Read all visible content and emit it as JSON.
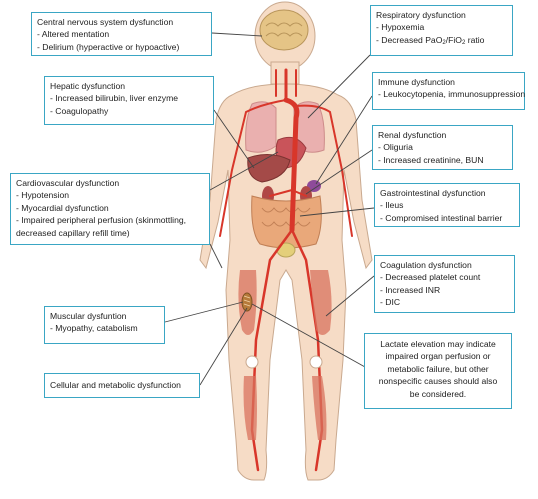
{
  "colors": {
    "box_border": "#3aa6c4",
    "skin": "#f6dcc6",
    "skin_outline": "#c9a98f",
    "artery": "#d8362a",
    "muscle": "#d9735e",
    "leader_line": "#444444"
  },
  "boxes": {
    "cns": {
      "title": "Central nervous system dysfunction",
      "items": [
        "- Altered mentation",
        "- Delirium (hyperactive or hypoactive)"
      ]
    },
    "respiratory": {
      "title": "Respiratory dysfunction",
      "items": [
        "- Hypoxemia"
      ],
      "ratio_prefix": "- Decreased PaO",
      "ratio_sub1": "2",
      "ratio_mid": "/FiO",
      "ratio_sub2": "2",
      "ratio_suffix": " ratio"
    },
    "hepatic": {
      "title": "Hepatic dysfunction",
      "items": [
        "- Increased bilirubin, liver enzyme",
        "- Coagulopathy"
      ]
    },
    "immune": {
      "title": "Immune dysfunction",
      "items": [
        "- Leukocytopenia, immunosuppression"
      ]
    },
    "renal": {
      "title": "Renal dysfunction",
      "items": [
        "- Oliguria",
        "- Increased creatinine, BUN"
      ]
    },
    "cardiovascular": {
      "title": "Cardiovascular dysfunction",
      "items": [
        "- Hypotension",
        "- Myocardial dysfunction",
        "- Impaired peripheral perfusion (skinmottling, decreased capillary refill time)"
      ]
    },
    "gastrointestinal": {
      "title": "Gastrointestinal dysfunction",
      "items": [
        "- Ileus",
        "- Compromised intestinal barrier"
      ]
    },
    "coagulation": {
      "title": "Coagulation dysfunction",
      "items": [
        "- Decreased platelet count",
        "- Increased INR",
        "- DIC"
      ]
    },
    "muscular": {
      "title": "Muscular dysfuntion",
      "items": [
        "- Myopathy, catabolism"
      ]
    },
    "lactate": {
      "text": "Lactate elevation may indicate impaired organ perfusion or metabolic failure, but other nonspecific causes should also be considered."
    },
    "cellular": {
      "title": "Cellular and metabolic dysfunction"
    }
  }
}
